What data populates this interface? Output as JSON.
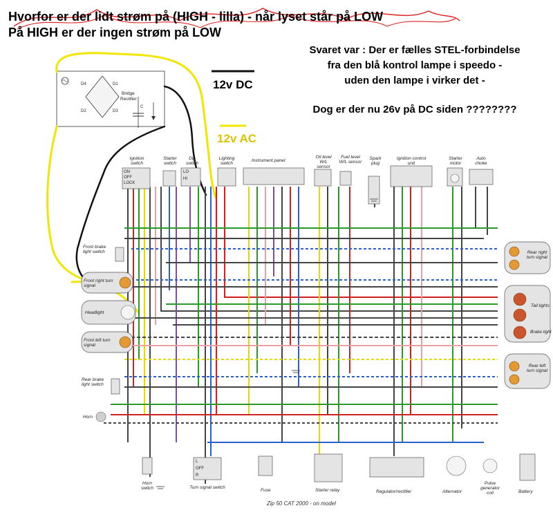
{
  "annotations": {
    "question_line1": "Hvorfor er der lidt strøm på (HIGH - lilla) - når lyset står på LOW",
    "question_line2": "På HIGH er der ingen strøm på LOW",
    "answer_line1": "Svaret var : Der er fælles STEL-forbindelse",
    "answer_line2": "fra den blå kontrol lampe i speedo -",
    "answer_line3": "uden den lampe i virker det -",
    "answer_line4": "Dog er der nu 26v på DC siden ????????",
    "legend_dc": "12v DC",
    "legend_ac": "12v AC"
  },
  "rectifier": {
    "label_line1": "Bridge",
    "label_line2": "Rectifier",
    "diodes": [
      "D1",
      "D2",
      "D3",
      "D4"
    ],
    "capacitor": "C"
  },
  "components": {
    "ignition_switch": "Ignition switch",
    "starter_switch": "Starter switch",
    "dip_switch": "Dip switch",
    "lighting_switch": "Lighting switch",
    "instrument_panel": "Instrument panel",
    "oil_level_sensor": "Oil level W/L sensor",
    "fuel_level_sensor": "Fuel level W/L sensor",
    "spark_plug": "Spark plug",
    "ignition_control_unit": "Ignition control unit",
    "starter_motor": "Starter motor",
    "auto_choke": "Auto choke",
    "front_brake_switch": "Front brake light switch",
    "front_right_turn": "Front right turn signal",
    "headlight": "Headlight",
    "front_left_turn": "Front left turn signal",
    "rear_brake_switch": "Rear brake light switch",
    "horn": "Horn",
    "horn_switch": "Horn switch",
    "turn_signal_switch": "Turn signal switch",
    "fuse": "Fuse",
    "starter_relay": "Starter relay",
    "regulator": "Regulator/rectifier",
    "alternator": "Alternator",
    "pulse_coil": "Pulse generator coil",
    "battery": "Battery",
    "rear_right_turn": "Rear right turn signal",
    "tail_lights": "Tail lights",
    "brake_light": "Brake light",
    "rear_left_turn": "Rear left turn signal"
  },
  "switch_positions": {
    "ignition": [
      "ON",
      "OFF",
      "LOCK"
    ],
    "dip": [
      "LO",
      "HI"
    ],
    "turn": [
      "L",
      "OFF",
      "R"
    ]
  },
  "caption": "Zip 50 CAT 2000 - on model",
  "colors": {
    "yellow_ac": "#f2e600",
    "black_dc": "#111111",
    "red_scribble": "#e02020",
    "bulb": "#e39a34",
    "box": "#e4e4e4"
  }
}
